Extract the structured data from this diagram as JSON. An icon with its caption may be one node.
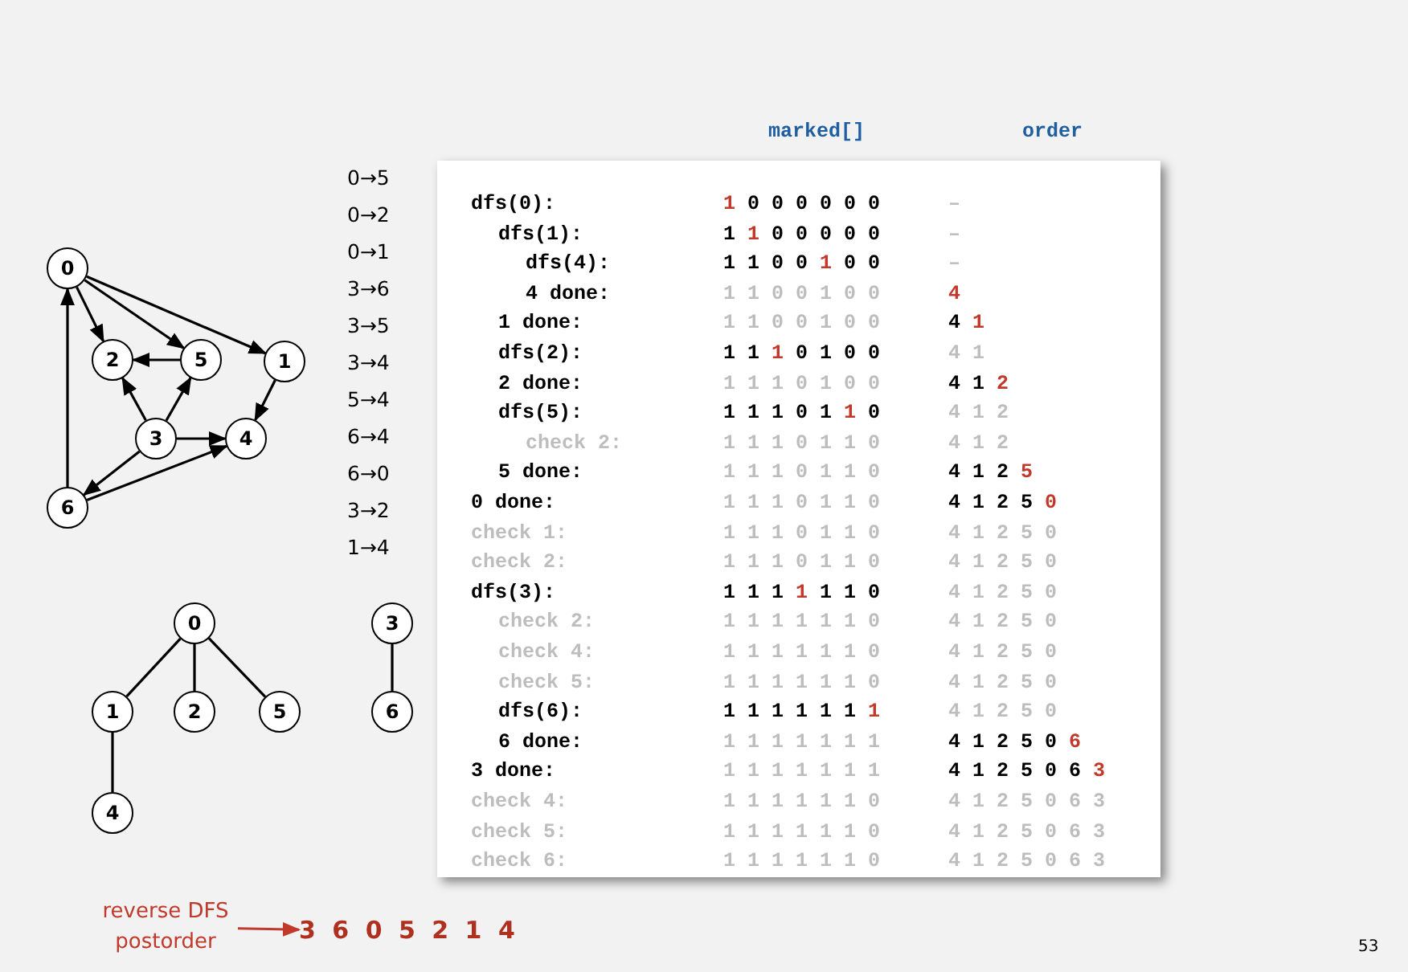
{
  "diagram": {
    "nodes": [
      {
        "text": [
          "0"
        ]
      },
      {
        "text": [
          "2"
        ]
      },
      {
        "text": [
          "5"
        ]
      },
      {
        "text": [
          "1"
        ]
      },
      {
        "text": [
          "3"
        ]
      },
      {
        "text": [
          "4"
        ]
      },
      {
        "text": [
          "6"
        ]
      },
      {
        "text": [
          "0"
        ]
      },
      {
        "text": [
          "3"
        ]
      },
      {
        "text": [
          "1"
        ]
      },
      {
        "text": [
          "2"
        ]
      },
      {
        "text": [
          "5"
        ]
      },
      {
        "text": [
          "6"
        ]
      },
      {
        "text": [
          "4"
        ]
      },
      {
        "text": [
          "reverse DFS postorder"
        ]
      },
      {
        "text": [
          "3 6 0 5 2 1 4"
        ]
      }
    ],
    "edges": [
      {
        "from": 0,
        "to": 1,
        "arrow": "to"
      },
      {
        "from": 0,
        "to": 2,
        "arrow": "to"
      },
      {
        "from": 0,
        "to": 3,
        "arrow": "to"
      },
      {
        "from": 2,
        "to": 1,
        "arrow": "to"
      },
      {
        "from": 3,
        "to": 5,
        "arrow": "to"
      },
      {
        "from": 4,
        "to": 1,
        "arrow": "to"
      },
      {
        "from": 4,
        "to": 2,
        "arrow": "to"
      },
      {
        "from": 4,
        "to": 5,
        "arrow": "to"
      },
      {
        "from": 4,
        "to": 6,
        "arrow": "to"
      },
      {
        "from": 6,
        "to": 5,
        "arrow": "to"
      },
      {
        "from": 6,
        "to": 0,
        "arrow": "to"
      },
      {
        "from": 7,
        "to": 9,
        "arrow": "none"
      },
      {
        "from": 7,
        "to": 10,
        "arrow": "none"
      },
      {
        "from": 7,
        "to": 11,
        "arrow": "none"
      },
      {
        "from": 9,
        "to": 13,
        "arrow": "none"
      },
      {
        "from": 8,
        "to": 12,
        "arrow": "none"
      },
      {
        "from": 14,
        "to": 15,
        "arrow": "to",
        "color": "#c0392b"
      }
    ],
    "labels": [
      "marked[]",
      "order",
      "0→5",
      "0→2",
      "0→1",
      "3→6",
      "3→5",
      "3→4",
      "5→4",
      "6→4",
      "6→0",
      "3→2",
      "1→4",
      "dfs(0):",
      "1 0 0 0 0 0 0",
      "–",
      "dfs(1):",
      "1 1 0 0 0 0 0",
      "–",
      "dfs(4):",
      "1 1 0 0 1 0 0",
      "–",
      "4 done:",
      "1 1 0 0 1 0 0",
      "4",
      "1 done:",
      "1 1 0 0 1 0 0",
      "4 1",
      "dfs(2):",
      "1 1 1 0 1 0 0",
      "4 1",
      "2 done:",
      "1 1 1 0 1 0 0",
      "4 1 2",
      "dfs(5):",
      "1 1 1 0 1 1 0",
      "4 1 2",
      "check 2:",
      "1 1 1 0 1 1 0",
      "4 1 2",
      "5 done:",
      "1 1 1 0 1 1 0",
      "4 1 2 5",
      "0 done:",
      "1 1 1 0 1 1 0",
      "4 1 2 5 0",
      "check 1:",
      "1 1 1 0 1 1 0",
      "4 1 2 5 0",
      "check 2:",
      "1 1 1 0 1 1 0",
      "4 1 2 5 0",
      "dfs(3):",
      "1 1 1 1 1 1 0",
      "4 1 2 5 0",
      "check 2:",
      "1 1 1 1 1 1 0",
      "4 1 2 5 0",
      "check 4:",
      "1 1 1 1 1 1 0",
      "4 1 2 5 0",
      "check 5:",
      "1 1 1 1 1 1 0",
      "4 1 2 5 0",
      "dfs(6):",
      "1 1 1 1 1 1 1",
      "4 1 2 5 0",
      "6 done:",
      "1 1 1 1 1 1 1",
      "4 1 2 5 0 6",
      "3 done:",
      "1 1 1 1 1 1 1",
      "4 1 2 5 0 6 3",
      "check 4:",
      "1 1 1 1 1 1 0",
      "4 1 2 5 0 6 3",
      "check 5:",
      "1 1 1 1 1 1 0",
      "4 1 2 5 0 6 3",
      "check 6:",
      "1 1 1 1 1 1 0",
      "4 1 2 5 0 6 3",
      "53"
    ]
  }
}
